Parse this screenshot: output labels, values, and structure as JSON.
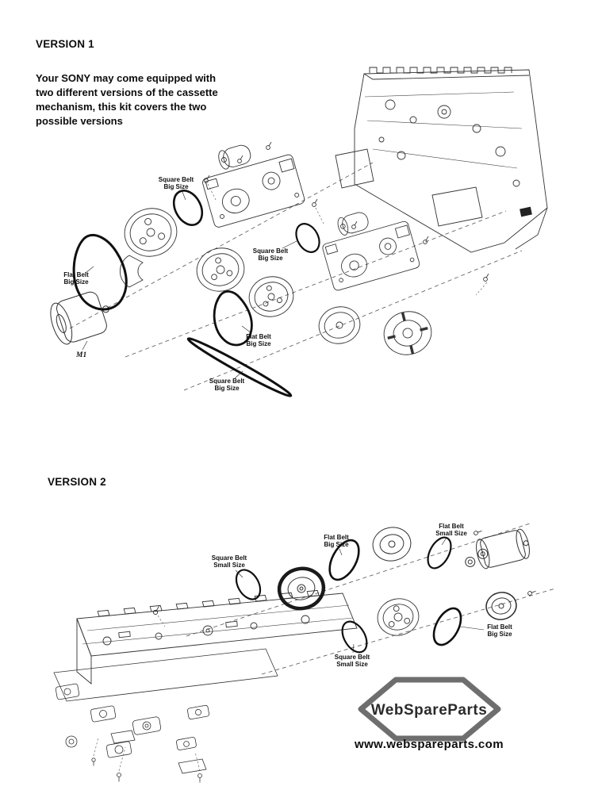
{
  "doc": {
    "v1_title": "VERSION 1",
    "v2_title": "VERSION 2",
    "intro_lines": [
      "Your SONY may come equipped with",
      "two different versions of the cassette",
      "mechanism, this kit covers the two",
      "possible versions"
    ]
  },
  "v1_labels": {
    "square_belt_top": {
      "l1": "Square Belt",
      "l2": "Big Size"
    },
    "flat_belt_left": {
      "l1": "Flat Belt",
      "l2": "Big Size"
    },
    "motor": "M1",
    "square_belt_mid": {
      "l1": "Square Belt",
      "l2": "Big Size"
    },
    "flat_belt_mid": {
      "l1": "Flat Belt",
      "l2": "Big Size"
    },
    "square_belt_bottom": {
      "l1": "Square Belt",
      "l2": "Big Size"
    }
  },
  "v2_labels": {
    "square_belt_small_top": {
      "l1": "Square Belt",
      "l2": "Small Size"
    },
    "flat_belt_big_top": {
      "l1": "Flat Belt",
      "l2": "Big Size"
    },
    "flat_belt_small": {
      "l1": "Flat Belt",
      "l2": "Small Size"
    },
    "square_belt_small_bottom": {
      "l1": "Square Belt",
      "l2": "Small Size"
    },
    "flat_belt_big_right": {
      "l1": "Flat Belt",
      "l2": "Big Size"
    }
  },
  "footer": {
    "logo_text": "WebSpareParts",
    "url": "www.webspareparts.com"
  },
  "colors": {
    "line_art": "#333333",
    "belt": "#101010",
    "logo_gray": "#6e6e6e",
    "text": "#0d0d0d",
    "background": "#ffffff"
  }
}
